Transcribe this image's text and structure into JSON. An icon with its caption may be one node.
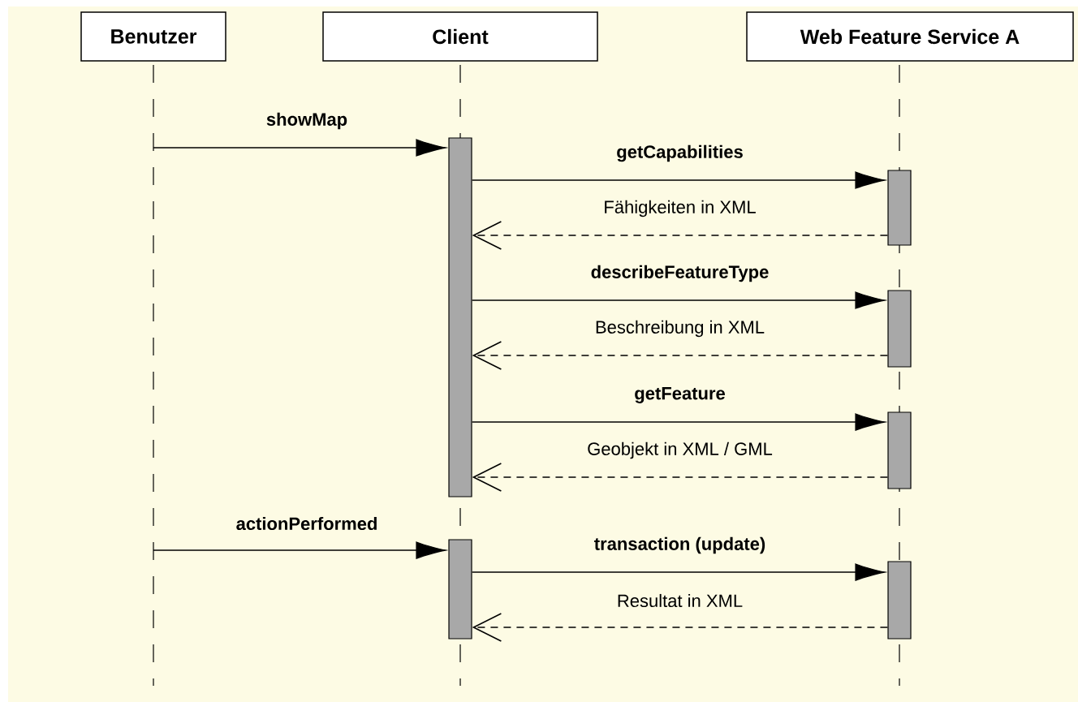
{
  "diagram": {
    "nodes": [
      {
        "text": [
          "Benutzer"
        ]
      },
      {
        "text": [
          "Client"
        ]
      },
      {
        "text": [
          "Web Feature Service A"
        ]
      },
      {
        "text": [],
        "shape": "bar"
      },
      {
        "text": [],
        "shape": "bar"
      },
      {
        "text": [],
        "shape": "bar"
      },
      {
        "text": [],
        "shape": "bar"
      },
      {
        "text": [],
        "shape": "bar"
      },
      {
        "text": [],
        "shape": "bar"
      }
    ],
    "edges": [
      {
        "from": 0,
        "to": 3,
        "arrow": "to",
        "label": "showMap"
      },
      {
        "from": 3,
        "to": 4,
        "arrow": "to",
        "label": "getCapabilities"
      },
      {
        "from": 4,
        "to": 3,
        "arrow": "to",
        "label": "Fähigkeiten in XML",
        "style": "dashed"
      },
      {
        "from": 3,
        "to": 5,
        "arrow": "to",
        "label": "describeFeatureType"
      },
      {
        "from": 5,
        "to": 3,
        "arrow": "to",
        "label": "Beschreibung in XML",
        "style": "dashed"
      },
      {
        "from": 3,
        "to": 6,
        "arrow": "to",
        "label": "getFeature"
      },
      {
        "from": 6,
        "to": 3,
        "arrow": "to",
        "label": "Geobjekt in XML / GML",
        "style": "dashed"
      },
      {
        "from": 0,
        "to": 7,
        "arrow": "to",
        "label": "actionPerformed"
      },
      {
        "from": 7,
        "to": 8,
        "arrow": "to",
        "label": "transaction (update)"
      },
      {
        "from": 8,
        "to": 7,
        "arrow": "to",
        "label": "Resultat in XML",
        "style": "dashed"
      }
    ]
  }
}
